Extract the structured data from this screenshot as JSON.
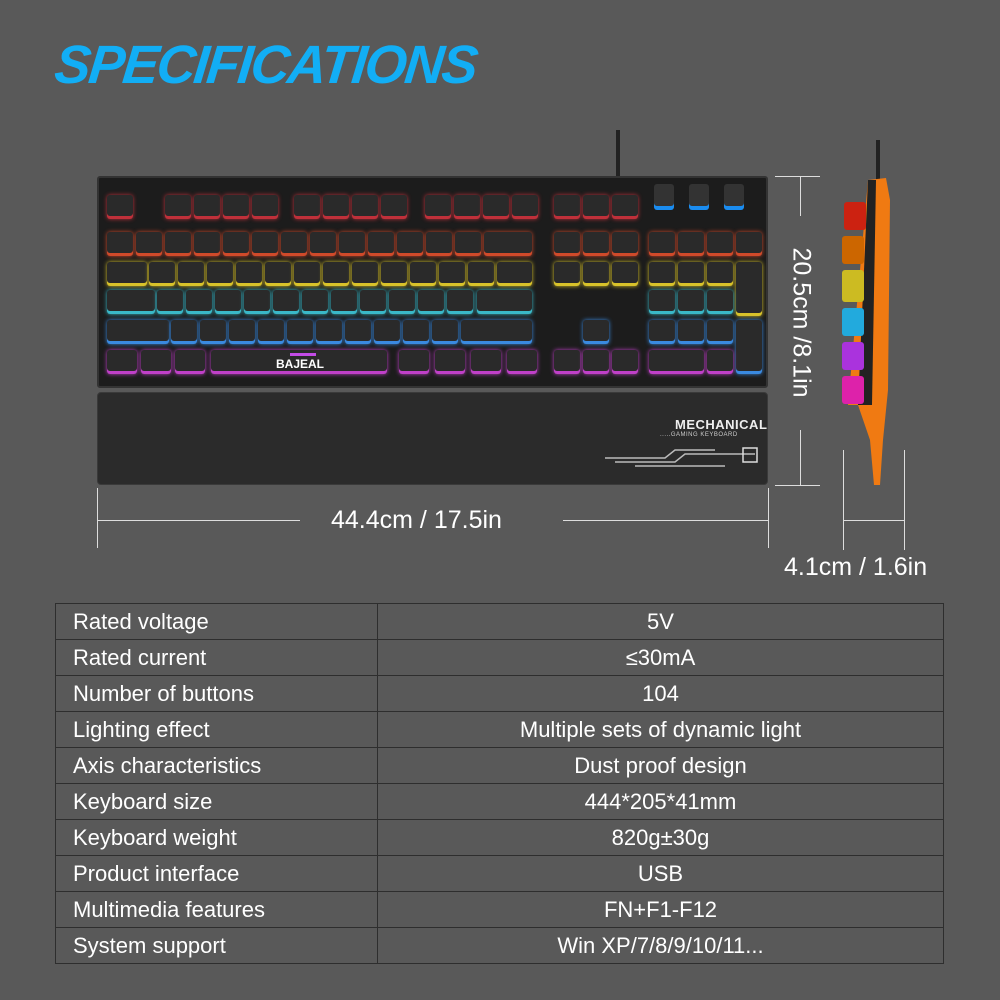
{
  "title": "SPECIFICATIONS",
  "product": {
    "brand_logo": "BAJEAL",
    "wrist_rest_title": "MECHANICAL",
    "wrist_rest_subtitle": ".....GAMING KEYBOARD"
  },
  "dimensions": {
    "width": "44.4cm / 17.5in",
    "height": "20.5cm /8.1in",
    "depth": "4.1cm / 1.6in"
  },
  "colors": {
    "accent": "#12aef5",
    "background": "#595959"
  },
  "specs": [
    {
      "label": "Rated voltage",
      "value": "5V"
    },
    {
      "label": "Rated current",
      "value": "≤30mA"
    },
    {
      "label": "Number of buttons",
      "value": "104"
    },
    {
      "label": "Lighting effect",
      "value": "Multiple sets of dynamic light"
    },
    {
      "label": "Axis characteristics",
      "value": "Dust proof design"
    },
    {
      "label": "Keyboard size",
      "value": "444*205*41mm"
    },
    {
      "label": "Keyboard weight",
      "value": "820g±30g"
    },
    {
      "label": "Product interface",
      "value": "USB"
    },
    {
      "label": "Multimedia features",
      "value": "FN+F1-F12"
    },
    {
      "label": "System support",
      "value": "Win XP/7/8/9/10/11..."
    }
  ]
}
